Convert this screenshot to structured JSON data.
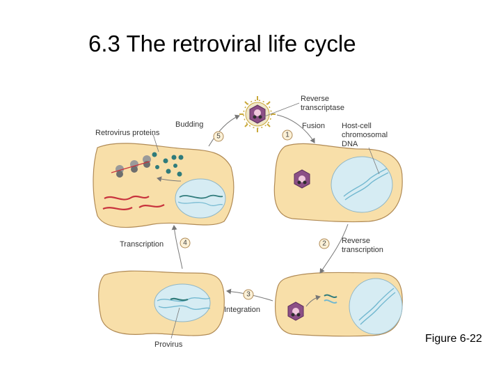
{
  "title": "6.3 The retroviral life cycle",
  "figure_label": "Figure 6-22",
  "labels": {
    "reverse_transcriptase_1": "Reverse",
    "reverse_transcriptase_2": "transcriptase",
    "host_cell_1": "Host-cell",
    "host_cell_2": "chromosomal",
    "host_cell_3": "DNA",
    "fusion": "Fusion",
    "budding": "Budding",
    "retrovirus_proteins": "Retrovirus proteins",
    "transcription": "Transcription",
    "reverse_transcription_1": "Reverse",
    "reverse_transcription_2": "transcription",
    "integration": "Integration",
    "provirus": "Provirus"
  },
  "steps": [
    "1",
    "2",
    "3",
    "4",
    "5"
  ],
  "colors": {
    "cell_fill": "#f8dfa9",
    "cell_stroke": "#b08a55",
    "nucleus_fill": "#d6ecf3",
    "dna": "#72b8d0",
    "rna": "#c8323c",
    "virus_capsid": "#8c4f86",
    "virus_spike": "#c9a83a",
    "protein": "#2f7b7b"
  }
}
